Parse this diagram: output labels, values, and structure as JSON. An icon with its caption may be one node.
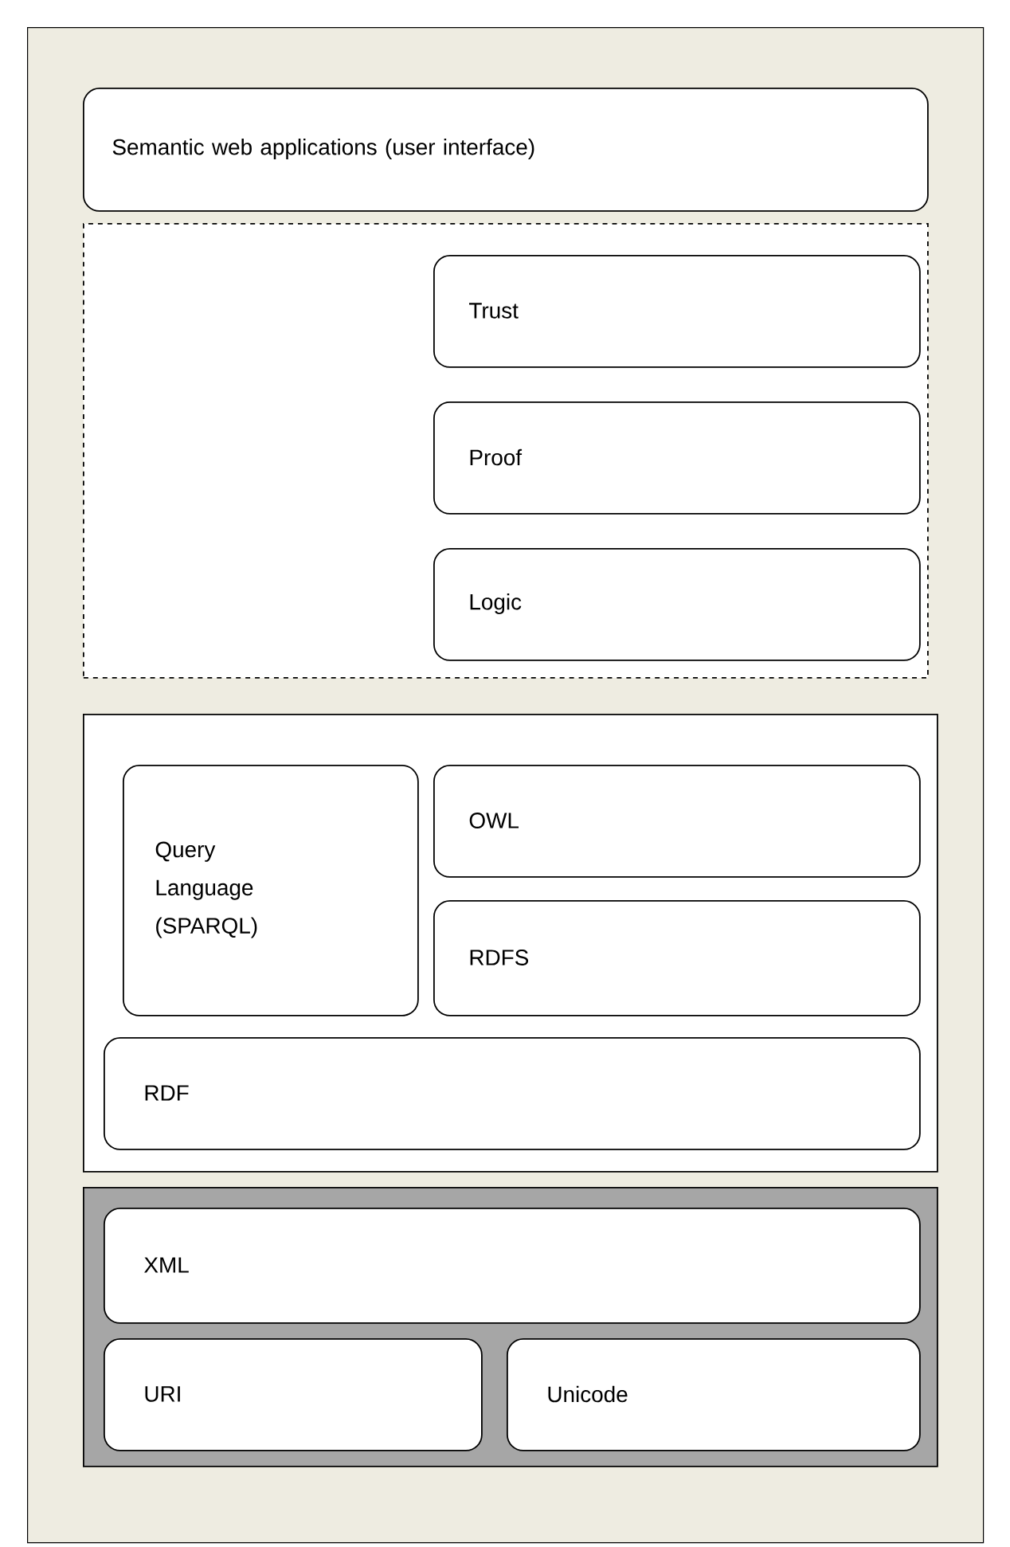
{
  "diagram": {
    "nodes": [
      {
        "text": [],
        "shape": "box"
      },
      {
        "text": [
          "Semantic web applications (user interface)"
        ],
        "in": 0
      },
      {
        "text": [],
        "shape": "box",
        "in": 0
      },
      {
        "text": [
          "Trust"
        ],
        "in": 2
      },
      {
        "text": [
          "Proof"
        ],
        "in": 2
      },
      {
        "text": [
          "Logic"
        ],
        "in": 2
      },
      {
        "text": [],
        "shape": "box",
        "in": 0
      },
      {
        "text": [
          "Query Language (SPARQL)"
        ],
        "in": 6
      },
      {
        "text": [
          "OWL"
        ],
        "in": 6
      },
      {
        "text": [
          "RDFS"
        ],
        "in": 6
      },
      {
        "text": [
          "RDF"
        ],
        "in": 6
      },
      {
        "text": [],
        "shape": "box",
        "in": 0
      },
      {
        "text": [
          "XML"
        ],
        "in": 11
      },
      {
        "text": [
          "URI"
        ],
        "in": 11
      },
      {
        "text": [
          "Unicode"
        ],
        "in": 11
      }
    ]
  }
}
